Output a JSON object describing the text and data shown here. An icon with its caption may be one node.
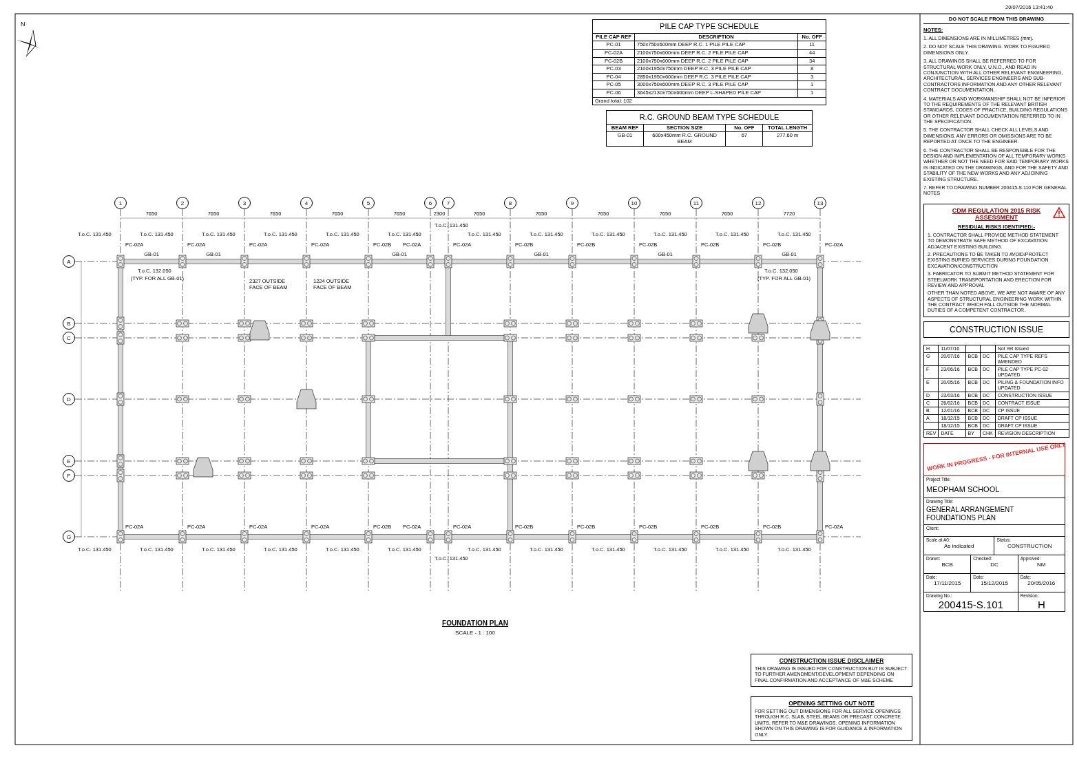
{
  "diagram": {
    "nodes": [
      {
        "text": [
          "CDM REGULATION 2015 RISK ASSESSMENT",
          "RESIDUAL RISKS IDENTIFIED:-",
          "1. CONTRACTOR SHALL PROVIDE METHOD STATEMENT TO DEMONSTRATE SAFE METHOD OF EXCAVATION ADJACENT EXISTING BUILDING.",
          "2. PRECAUTIONS TO BE TAKEN TO AVOID/PROTECT EXISTING BURIED SERVICES DURING FOUNDATION EXCAVATION/CONSTRUCTION",
          "3. FABRICATOR TO SUBMIT METHOD STATEMENT FOR STEELWORK TRANSPORTATION AND ERECTION FOR REVIEW AND APPROVAL",
          "OTHER THAN NOTED ABOVE, WE ARE NOT AWARE OF ANY ASPECTS OF STRUCTURAL ENGINEERING WORK WITHIN THE CONTRACT WHICH FALL OUTSIDE THE NORMAL DUTIES OF A COMPETENT CONTRACTOR."
        ]
      },
      {
        "text": [
          "CONSTRUCTION ISSUE"
        ]
      },
      {
        "text": [
          "CONSTRUCTION ISSUE DISCLAIMER",
          "THIS DRAWING IS ISSUED FOR CONSTRUCTION BUT IS SUBJECT TO FURTHER AMENDMENT/DEVELOPMENT DEPENDING ON FINAL CONFIRMATION AND ACCEPTANCE OF M&E SCHEME"
        ]
      },
      {
        "text": [
          "OPENING SETTING OUT NOTE",
          "FOR SETTING OUT DIMENSIONS FOR ALL SERVICE OPENINGS THROUGH R.C. SLAB, STEEL BEAMS OR PRECAST CONCRETE UNITS, REFER TO M&E DRAWINGS. OPENING INFORMATION SHOWN ON THIS DRAWING IS FOR GUIDANCE & INFORMATION ONLY"
        ]
      }
    ],
    "labels": [
      "20/07/2016 13:41:40",
      "N",
      "1",
      "2",
      "3",
      "4",
      "5",
      "6",
      "7",
      "8",
      "9",
      "10",
      "11",
      "12",
      "13",
      "A",
      "B",
      "C",
      "D",
      "E",
      "F",
      "G",
      "7650",
      "7650",
      "7650",
      "7650",
      "7650",
      "2300",
      "7650",
      "7650",
      "7650",
      "7650",
      "7650",
      "7720",
      "GB-01",
      "GB-01",
      "GB-01",
      "GB-01",
      "GB-01",
      "GB-01",
      "PC-02A",
      "PC-02A",
      "PC-02A",
      "PC-02A",
      "PC-02B",
      "PC-02A",
      "PC-02A",
      "PC-02B",
      "PC-02B",
      "PC-02B",
      "PC-02B",
      "PC-02B",
      "PC-02A",
      "T.o.C. 131.450",
      "T.o.C. 131.450",
      "T.o.C. 131.450",
      "T.o.C. 131.450",
      "T.o.C. 131.450",
      "T.o.C. 131.450",
      "T.o.C. 131.450",
      "T.o.C. 131.450",
      "T.o.C. 131.450",
      "T.o.C. 131.450",
      "T.o.C. 131.450",
      "T.o.C. 131.450",
      "T.o.C. 131.450",
      "PC-02A",
      "PC-02A",
      "PC-02A",
      "PC-02A",
      "PC-02B",
      "PC-02A",
      "PC-02A",
      "PC-02B",
      "PC-02B",
      "PC-02B",
      "PC-02B",
      "PC-02B",
      "PC-02A",
      "T.o.C. 131.450",
      "T.o.C. 131.450",
      "T.o.C. 131.450",
      "T.o.C. 131.450",
      "T.o.C. 131.450",
      "T.o.C. 131.450",
      "T.o.C. 131.450",
      "T.o.C. 131.450",
      "T.o.C. 131.450",
      "T.o.C. 131.450",
      "T.o.C. 131.450",
      "T.o.C. 131.450",
      "T.o.C. 131.450",
      "T.o.C. 132.050",
      "(TYP. FOR ALL GB-01)",
      "T.o.C. 132.050",
      "(TYP. FOR ALL GB-01)",
      "2327 OUTSIDE FACE OF BEAM",
      "1224 OUTSIDE FACE OF BEAM",
      "FOUNDATION PLAN",
      "SCALE - 1 : 100",
      "PILE CAP TYPE SCHEDULE",
      "PILE CAP REF",
      "DESCRIPTION",
      "No. OFF",
      "PC-01",
      "750x750x600mm DEEP R.C. 1 PILE PILE CAP",
      "11",
      "PC-02A",
      "2100x750x600mm DEEP R.C. 2 PILE PILE CAP",
      "44",
      "PC-02B",
      "2100x750x600mm DEEP R.C. 2 PILE PILE CAP",
      "34",
      "PC-03",
      "2100x1950x750mm DEEP R.C. 3 PILE PILE CAP",
      "8",
      "PC-04",
      "2850x1950x600mm DEEP R.C. 3 PILE PILE CAP",
      "3",
      "PC-05",
      "3000x750x600mm DEEP R.C. 3 PILE PILE CAP",
      "1",
      "PC-06",
      "3645x2130x750x600mm DEEP L-SHAPED PILE CAP",
      "1",
      "Grand total: 102",
      "R.C. GROUND BEAM TYPE SCHEDULE",
      "BEAM REF",
      "SECTION SIZE",
      "No. OFF",
      "TOTAL LENGTH",
      "GB-01",
      "600x450mm R.C. GROUND BEAM",
      "67",
      "277.60 m",
      "DO NOT SCALE FROM THIS DRAWING",
      "NOTES:",
      "1. ALL DIMENSIONS ARE IN MILLIMETRES (mm).",
      "2. DO NOT SCALE THIS DRAWING. WORK TO FIGURED DIMENSIONS ONLY.",
      "3. ALL DRAWINGS SHALL BE REFERRED TO FOR STRUCTURAL WORK ONLY, U.N.O., AND READ IN CONJUNCTION WITH ALL OTHER RELEVANT ENGINEERING, ARCHITECTURAL, SERVICES ENGINEERS AND SUB-CONTRACTORS INFORMATION AND ANY OTHER RELEVANT CONTRACT DOCUMENTATION.",
      "4. MATERIALS AND WORKMANSHIP SHALL NOT BE INFERIOR TO THE REQUIREMENTS OF THE RELEVANT BRITISH STANDARDS, CODES OF PRACTICE, BUILDING REGULATIONS OR OTHER RELEVANT DOCUMENTATION REFERRED TO IN THE SPECIFICATION.",
      "5. THE CONTRACTOR SHALL CHECK ALL LEVELS AND DIMENSIONS. ANY ERRORS OR OMISSIONS ARE TO BE REPORTED AT ONCE TO THE ENGINEER.",
      "6. THE CONTRACTOR SHALL BE RESPONSIBLE FOR THE DESIGN AND IMPLEMENTATION OF ALL TEMPORARY WORKS WHETHER OR NOT THE NEED FOR SAID TEMPORARY WORKS IS INDICATED ON THE DRAWINGS, AND FOR THE SAFETY AND STABILITY OF THE NEW WORKS AND ANY ADJOINING EXISTING STRUCTURE.",
      "7. REFER TO DRAWING NUMBER 200415-S.110 FOR GENERAL NOTES",
      "H",
      "11/07/16",
      "Not Yet Issued",
      "G",
      "20/07/16",
      "BCB",
      "DC",
      "PILE CAP TYPE REFS AMENDED",
      "F",
      "23/06/16",
      "BCB",
      "DC",
      "PILE CAP TYPE PC-02 UPDATED",
      "E",
      "20/05/16",
      "BCB",
      "DC",
      "PILING & FOUNDATION INFO UPDATED",
      "D",
      "23/03/16",
      "BCB",
      "DC",
      "CONSTRUCTION ISSUE",
      "C",
      "26/02/16",
      "BCB",
      "DC",
      "CONTRACT ISSUE",
      "B",
      "12/01/16",
      "BCB",
      "DC",
      "CP ISSUE",
      "A",
      "18/12/15",
      "BCB",
      "DC",
      "DRAFT CP ISSUE",
      "18/12/15",
      "BCB",
      "DC",
      "DRAFT CP ISSUE",
      "REV",
      "DATE",
      "BY",
      "CHK",
      "REVISION DESCRIPTION",
      "Project Title:",
      "MEOPHAM SCHOOL",
      "Drawing Title:",
      "GENERAL ARRANGEMENT FOUNDATIONS PLAN",
      "Client:",
      "Scale at A0:",
      "As indicated",
      "Status:",
      "CONSTRUCTION",
      "Drawn:",
      "BCB",
      "Checked:",
      "DC",
      "Approved:",
      "NM",
      "Date:",
      "17/11/2015",
      "Date:",
      "15/12/2015",
      "Date:",
      "20/05/2016",
      "Drawing No.:",
      "200415-S.101",
      "Revision:",
      "H",
      "WORK IN PROGRESS - FOR INTERNAL USE ONLY"
    ]
  }
}
